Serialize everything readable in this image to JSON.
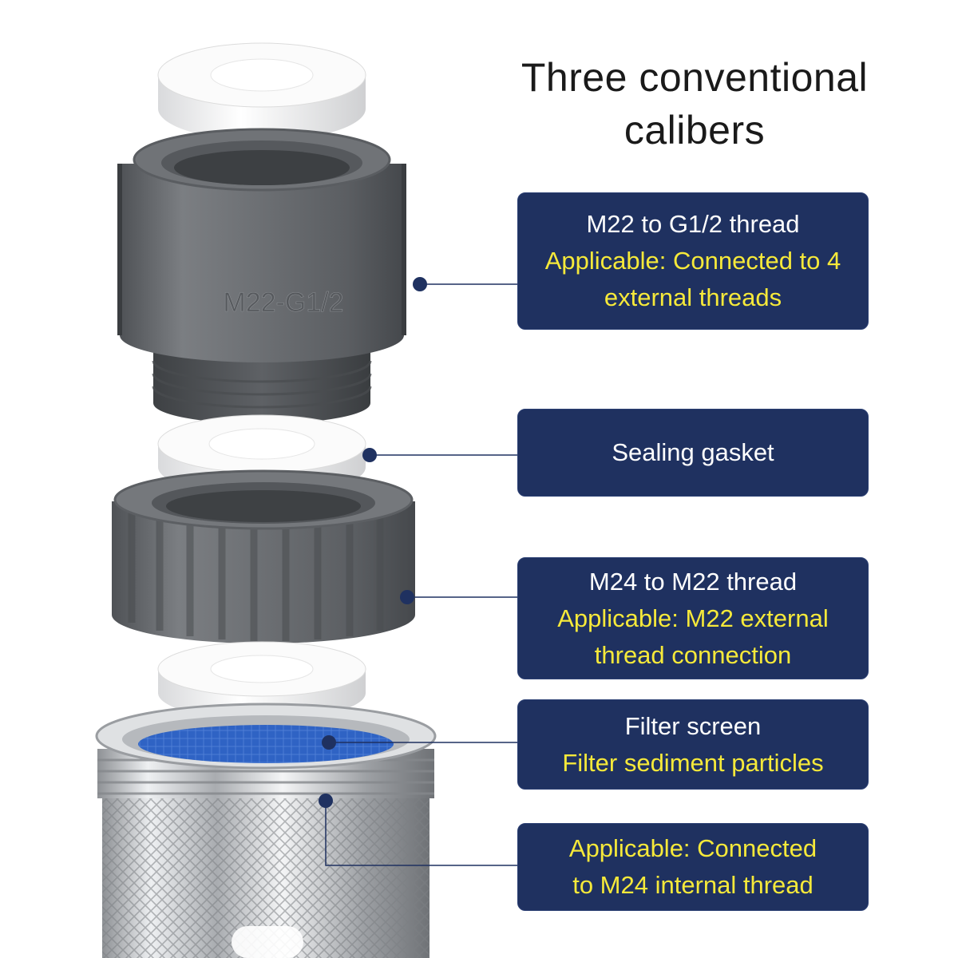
{
  "title": {
    "line1": "Three conventional",
    "line2": "calibers"
  },
  "part_label": "M22-G1/2",
  "callouts": [
    {
      "white": [
        "M22 to G1/2 thread"
      ],
      "yellow": [
        "Applicable: Connected to 4",
        "external threads"
      ]
    },
    {
      "white": [
        "Sealing gasket"
      ],
      "yellow": []
    },
    {
      "white": [
        "M24 to M22 thread"
      ],
      "yellow": [
        "Applicable: M22 external",
        "thread connection"
      ]
    },
    {
      "white": [
        "Filter screen"
      ],
      "yellow": [
        "Filter sediment particles"
      ]
    },
    {
      "white": [],
      "yellow": [
        "Applicable: Connected",
        "to M24 internal thread"
      ]
    }
  ],
  "colors": {
    "panel": "#1f3160",
    "highlight": "#f6e93a",
    "body_text": "#ffffff",
    "title_text": "#1a1a1a",
    "plastic": "#6e7175",
    "gasket": "#f2f2f2",
    "chrome": "#c9cbce",
    "screen": "#2f63c4"
  }
}
